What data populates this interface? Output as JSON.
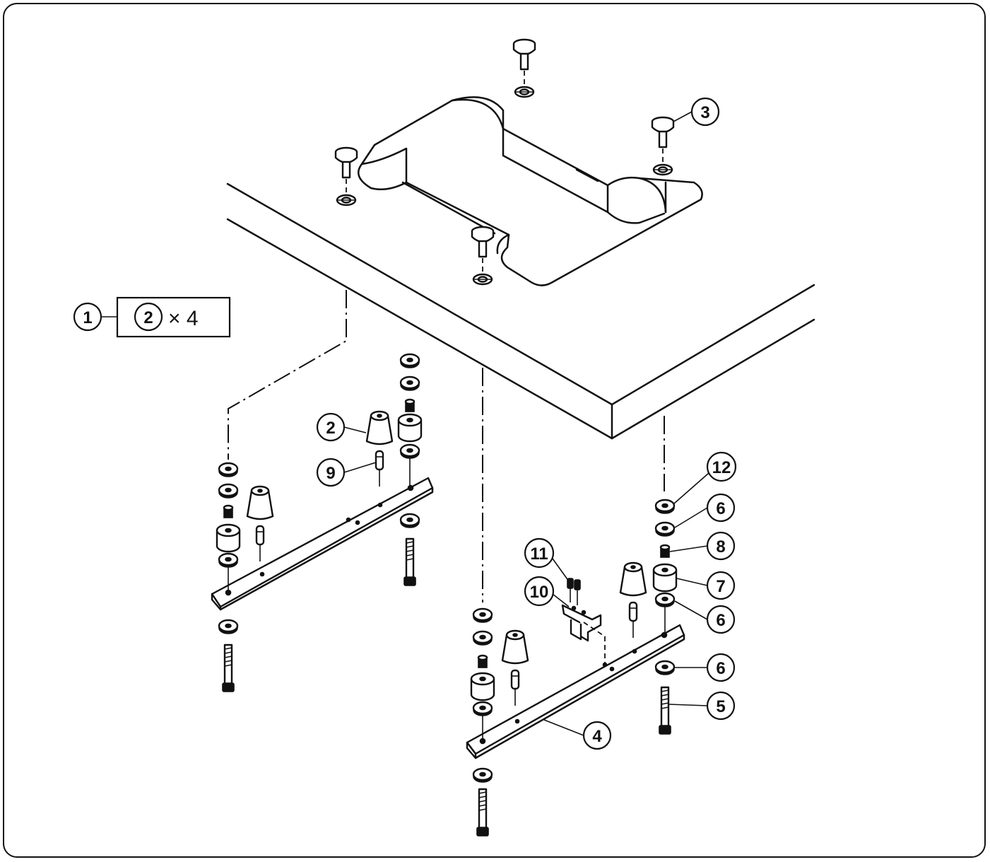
{
  "callouts": [
    {
      "number": "1",
      "part": "parts-set"
    },
    {
      "number": "2",
      "part": "rubber-cushion"
    },
    {
      "number": "3",
      "part": "hinge-pin"
    },
    {
      "number": "4",
      "part": "support-bar"
    },
    {
      "number": "5",
      "part": "bolt"
    },
    {
      "number": "6",
      "part": "washer"
    },
    {
      "number": "7",
      "part": "rubber-mount"
    },
    {
      "number": "8",
      "part": "spacer-collar"
    },
    {
      "number": "9",
      "part": "cushion-stud"
    },
    {
      "number": "10",
      "part": "bracket"
    },
    {
      "number": "11",
      "part": "screw"
    },
    {
      "number": "12",
      "part": "top-washer"
    }
  ],
  "kit_label": {
    "item_number": "1",
    "contains_number": "2",
    "multiplier": "× 4"
  },
  "colors": {
    "ink": "#111111",
    "paper": "#ffffff"
  }
}
